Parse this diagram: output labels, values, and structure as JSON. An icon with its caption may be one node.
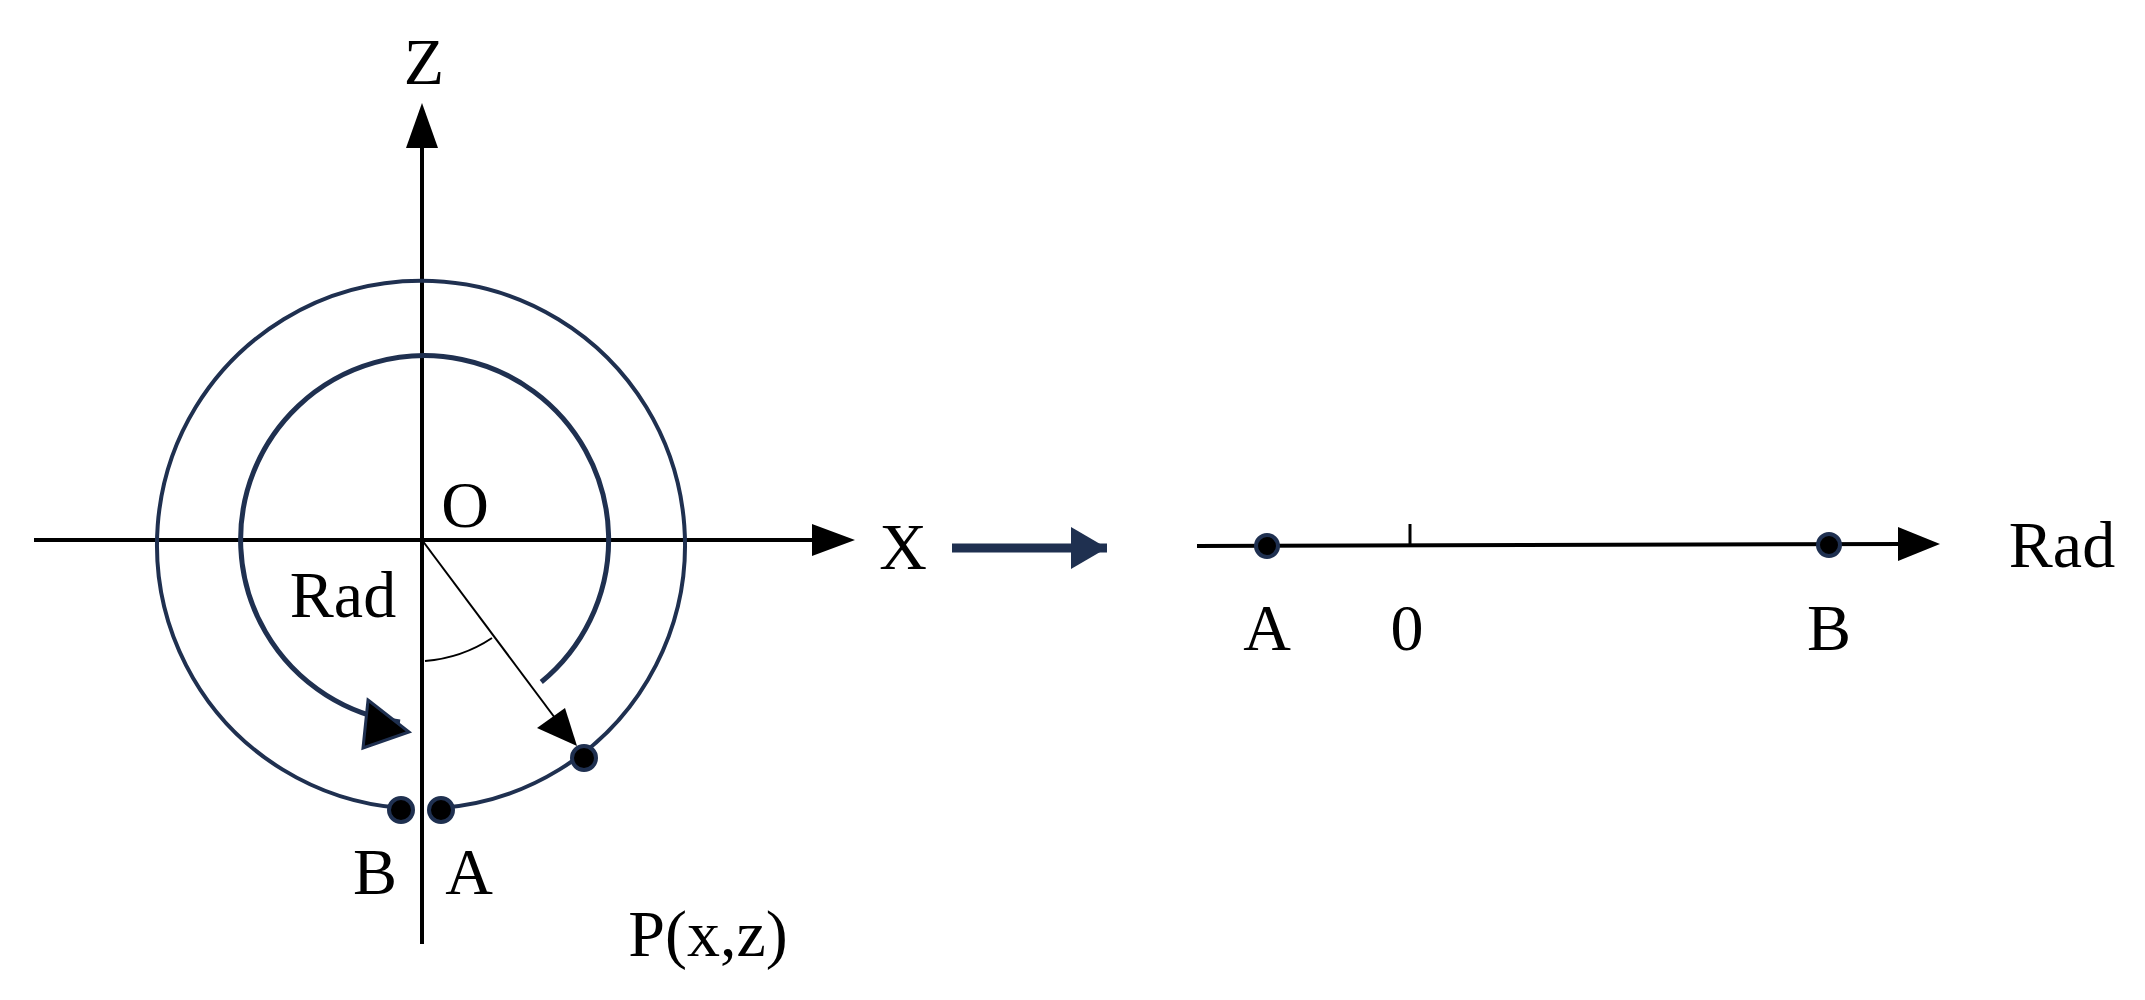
{
  "diagram": {
    "nodes": [
      {
        "text": [],
        "shape": "picture"
      },
      {
        "text": [],
        "shape": "picture"
      }
    ],
    "edges": [
      {
        "from": 0,
        "to": 1,
        "arrow": "to"
      }
    ],
    "labels": [
      "Z",
      "O",
      "X",
      "Rad",
      "B",
      "A",
      "P(x,z)",
      "Rad",
      "A",
      "0",
      "B"
    ]
  }
}
